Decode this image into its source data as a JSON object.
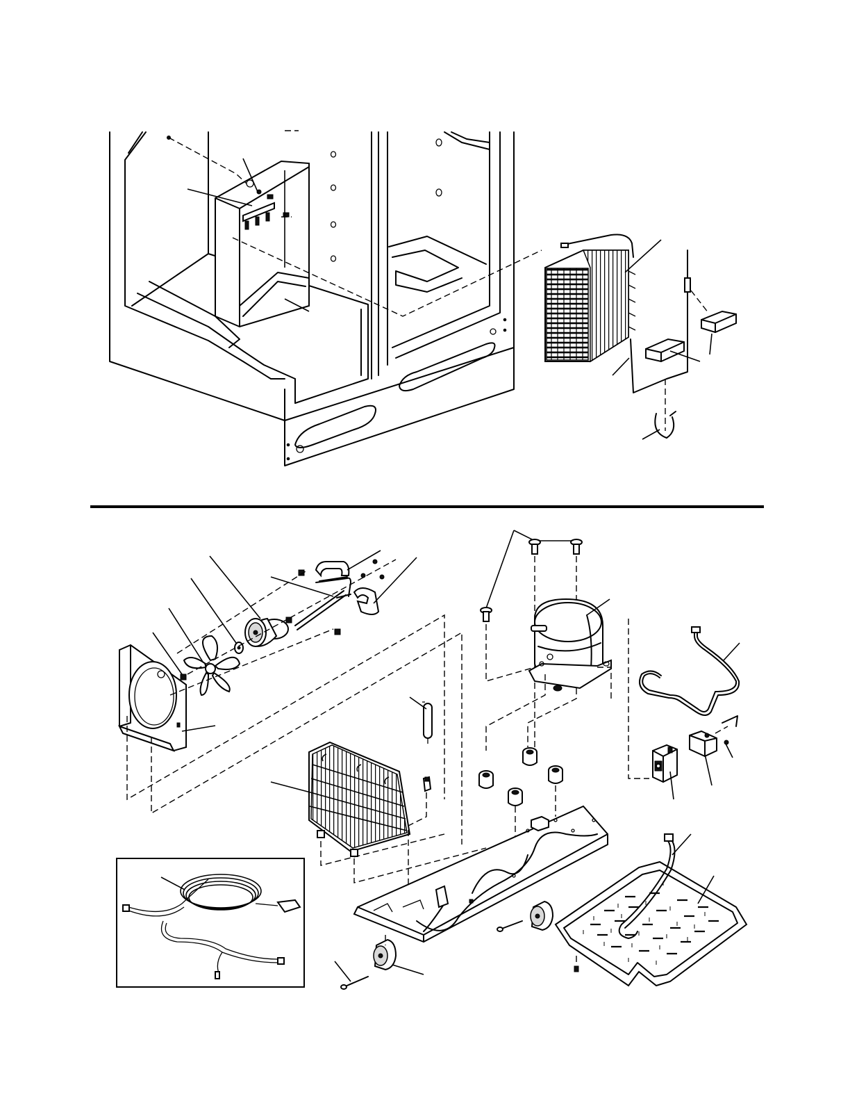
{
  "diagram": {
    "sections": [
      "cabinet-and-condenser",
      "compressor-and-machine-compartment"
    ],
    "inset": "power-cord"
  }
}
